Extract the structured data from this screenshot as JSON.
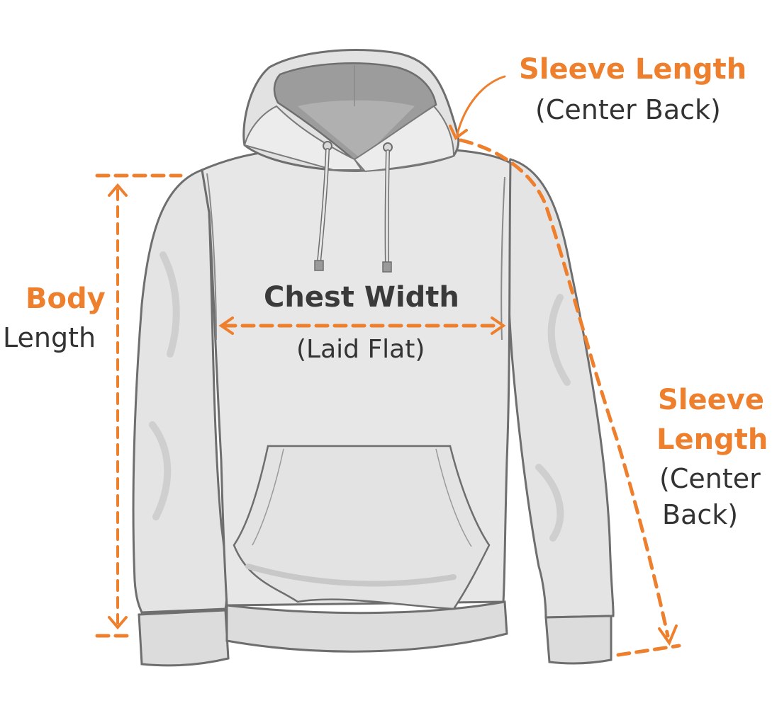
{
  "diagram": {
    "subject": "Hoodie",
    "colors": {
      "accent": "#ee7f2d",
      "text_dark": "#333333",
      "garment_fill": "#e6e6e6",
      "garment_shade": "#c9c9c9",
      "garment_outline": "#6e6e6e",
      "hood_inner": "#9a9a9a",
      "background": "#ffffff"
    },
    "measurements": {
      "sleeve_top": {
        "title": "Sleeve Length",
        "subtitle": "(Center Back)"
      },
      "body_length": {
        "title": "Body",
        "subtitle": "Length"
      },
      "chest_width": {
        "title": "Chest Width",
        "subtitle": "(Laid Flat)"
      },
      "sleeve_right": {
        "title_line1": "Sleeve",
        "title_line2": "Length",
        "subtitle_line1": "(Center",
        "subtitle_line2": "Back)"
      }
    }
  }
}
